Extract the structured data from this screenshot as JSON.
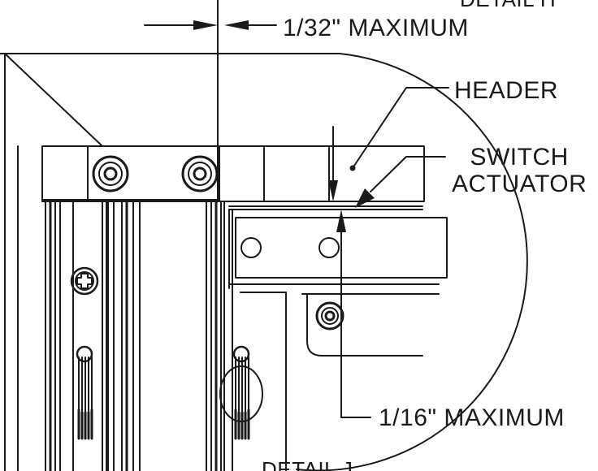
{
  "labels": {
    "detail_top": "DETAIL H",
    "dim_top": "1/32\" MAXIMUM",
    "header": "HEADER",
    "switch_line1": "SWITCH",
    "switch_line2": "ACTUATOR",
    "dim_bottom": "1/16\" MAXIMUM",
    "detail_bottom": "DETAIL J"
  },
  "colors": {
    "ink": "#1a1a1a",
    "background": "#ffffff"
  }
}
